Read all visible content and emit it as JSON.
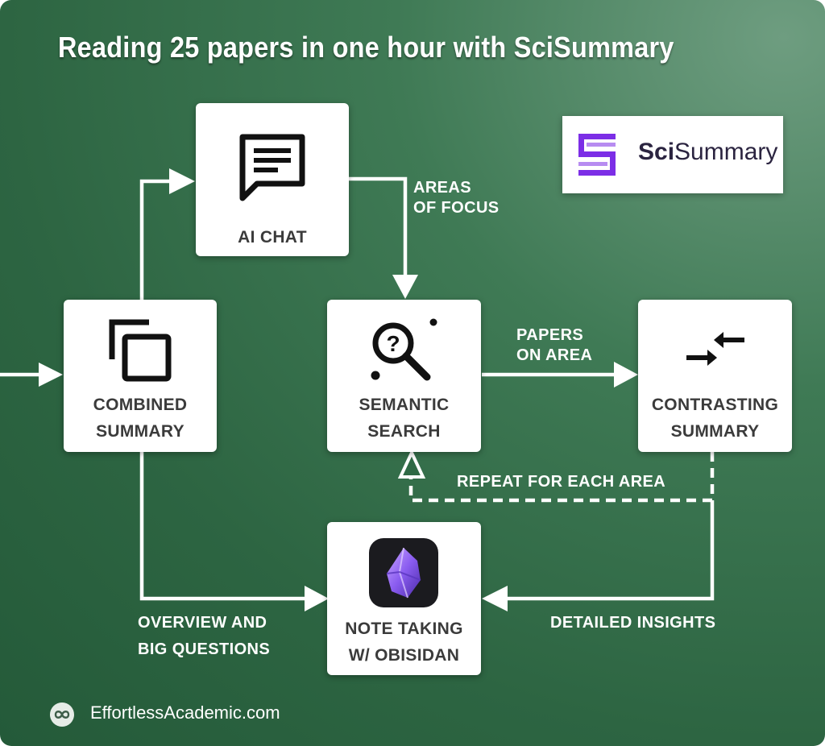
{
  "title": "Reading 25 papers in one hour with SciSummary",
  "logo": {
    "brand_bold": "Sci",
    "brand_rest": "Summary",
    "accent_color": "#7c2ee6"
  },
  "nodes": {
    "ai_chat": {
      "line1": "AI CHAT",
      "icon": "chat-bubble-icon"
    },
    "combined_summary": {
      "line1": "COMBINED",
      "line2": "SUMMARY",
      "icon": "copy-icon"
    },
    "semantic_search": {
      "line1": "SEMANTIC",
      "line2": "SEARCH",
      "icon": "search-question-icon"
    },
    "contrasting_summary": {
      "line1": "CONTRASTING",
      "line2": "SUMMARY",
      "icon": "compare-arrows-icon"
    },
    "note_taking": {
      "line1": "NOTE TAKING",
      "line2": "W/ OBISIDAN",
      "icon": "obsidian-icon"
    }
  },
  "edge_labels": {
    "areas_of_focus": {
      "line1": "AREAS",
      "line2": "OF FOCUS"
    },
    "papers_on_area": {
      "line1": "PAPERS",
      "line2": "ON AREA"
    },
    "repeat": {
      "line1": "REPEAT FOR EACH AREA"
    },
    "overview": {
      "line1": "OVERVIEW AND",
      "line2": "BIG QUESTIONS"
    },
    "detailed": {
      "line1": "DETAILED INSIGHTS"
    }
  },
  "footer": {
    "text": "EffortlessAcademic.com",
    "icon": "infinity-icon"
  },
  "colors": {
    "background": "#2d6542",
    "card": "#ffffff",
    "card_text": "#3b3b3b",
    "arrow": "#ffffff"
  }
}
